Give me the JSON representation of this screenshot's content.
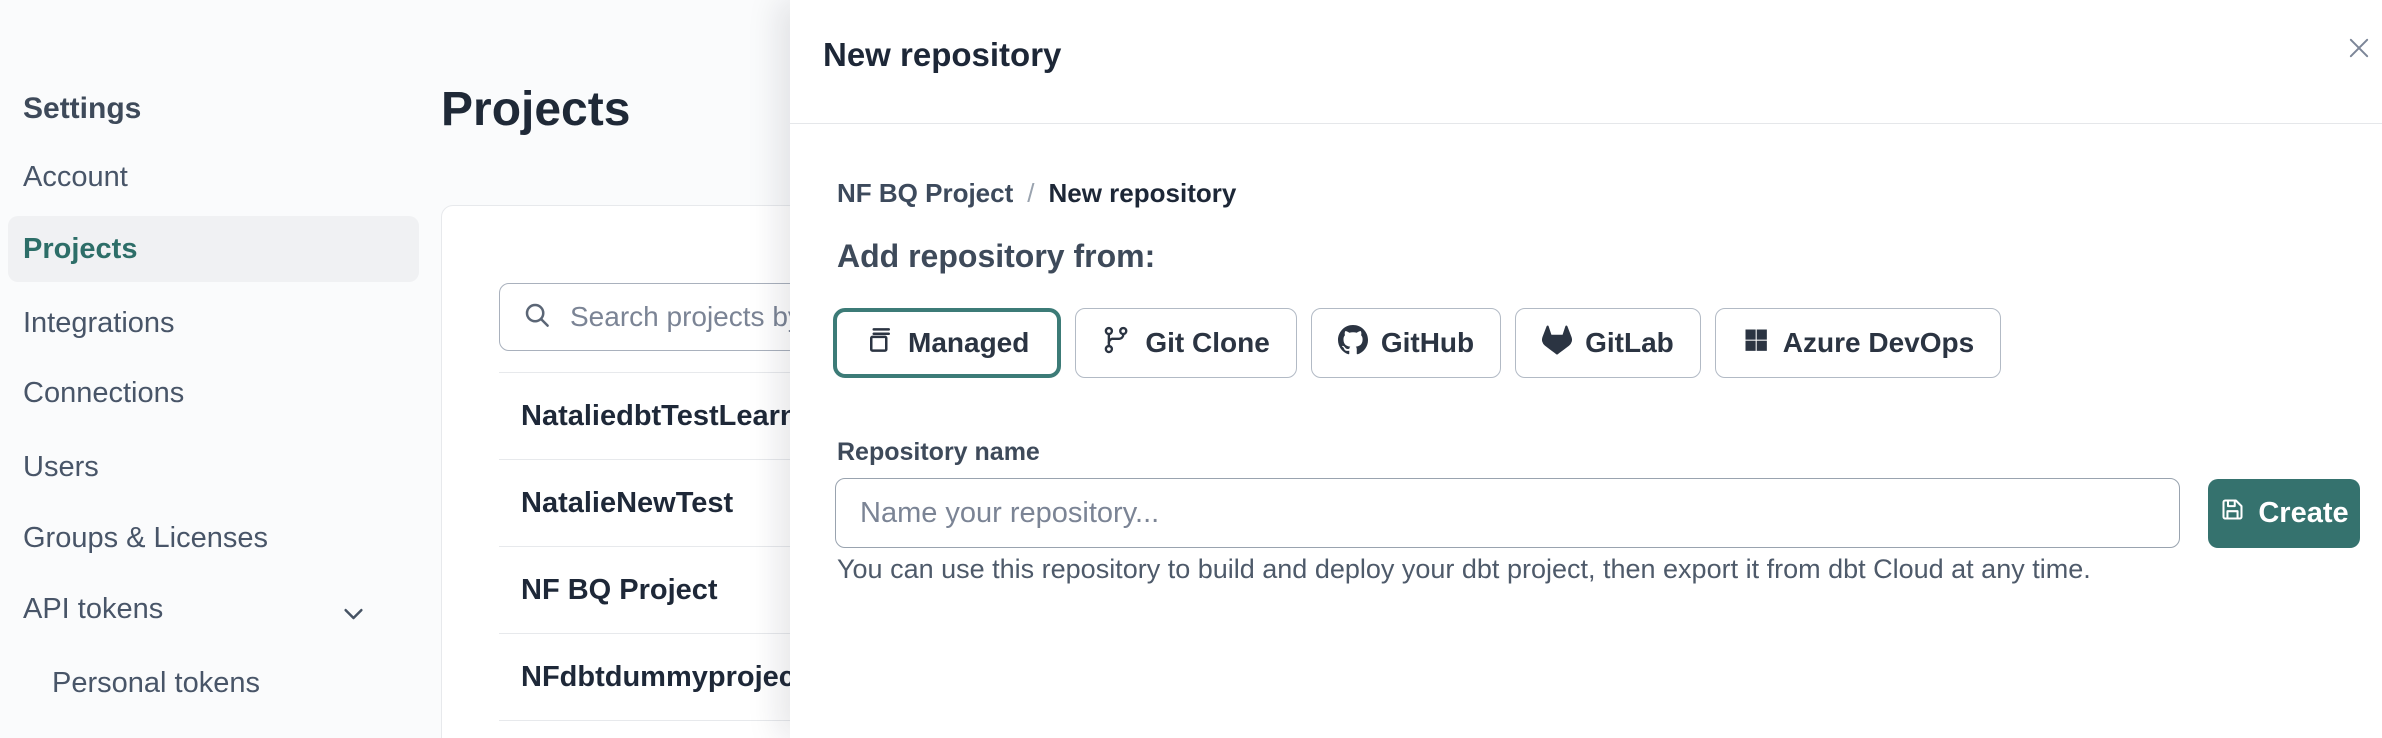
{
  "sidebar": {
    "title": "Settings",
    "items": [
      {
        "label": "Account"
      },
      {
        "label": "Projects",
        "active": true
      },
      {
        "label": "Integrations"
      },
      {
        "label": "Connections"
      },
      {
        "label": "Users"
      },
      {
        "label": "Groups & Licenses"
      },
      {
        "label": "API tokens",
        "expandable": true
      },
      {
        "label": "Personal tokens",
        "indented": true
      }
    ]
  },
  "main": {
    "title": "Projects",
    "search_placeholder": "Search projects by name...",
    "projects": [
      "NataliedbtTestLearn T",
      "NatalieNewTest",
      "NF BQ Project",
      "NFdbtdummyproject"
    ]
  },
  "modal": {
    "title": "New repository",
    "close_icon": "close-icon",
    "breadcrumb": {
      "parent": "NF BQ Project",
      "separator": "/",
      "current": "New repository"
    },
    "heading": "Add repository from:",
    "source_options": [
      {
        "label": "Managed",
        "icon": "managed-repo-icon",
        "selected": true
      },
      {
        "label": "Git Clone",
        "icon": "git-branch-icon",
        "selected": false
      },
      {
        "label": "GitHub",
        "icon": "github-icon",
        "selected": false
      },
      {
        "label": "GitLab",
        "icon": "gitlab-icon",
        "selected": false
      },
      {
        "label": "Azure DevOps",
        "icon": "azure-devops-icon",
        "selected": false
      }
    ],
    "field_label": "Repository name",
    "input_placeholder": "Name your repository...",
    "create_label": "Create",
    "create_icon": "save-icon",
    "helper_text": "You can use this repository to build and deploy your dbt project, then export it from dbt Cloud at any time."
  },
  "colors": {
    "accent_teal": "#35726e",
    "selected_border_teal": "#3c7b77",
    "active_link_teal": "#2d6e68",
    "dark_navy_text": "#1e2838",
    "slate_text": "#485568",
    "page_background": "#fafbfc",
    "active_pill_background": "#f0f1f3",
    "divider": "#e7e9ec"
  }
}
